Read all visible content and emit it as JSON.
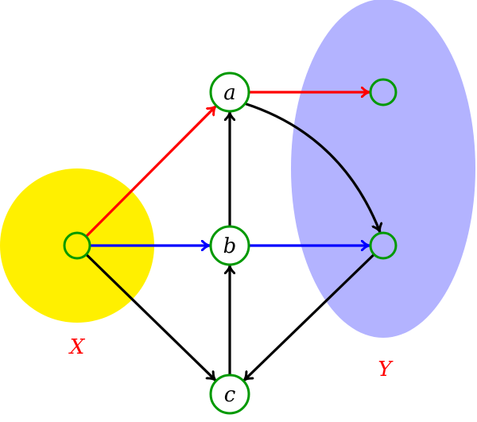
{
  "diagram": {
    "colors": {
      "set_x_fill": "#fff000",
      "set_y_fill": "#b3b3ff",
      "node_stroke": "#009900",
      "red": "#ff0000",
      "blue": "#0000ff",
      "black": "#000000",
      "label_red": "#ff0000"
    },
    "sets": [
      {
        "id": "X",
        "label": "X"
      },
      {
        "id": "Y",
        "label": "Y"
      }
    ],
    "nodes": [
      {
        "id": "a",
        "label": "a"
      },
      {
        "id": "b",
        "label": "b"
      },
      {
        "id": "c",
        "label": "c"
      },
      {
        "id": "x0",
        "label": ""
      },
      {
        "id": "y0",
        "label": ""
      },
      {
        "id": "y1",
        "label": ""
      }
    ],
    "edges": [
      {
        "from": "x0",
        "to": "a",
        "color": "red"
      },
      {
        "from": "x0",
        "to": "b",
        "color": "blue"
      },
      {
        "from": "x0",
        "to": "c",
        "color": "black"
      },
      {
        "from": "a",
        "to": "y0",
        "color": "red"
      },
      {
        "from": "a",
        "to": "y1",
        "color": "black",
        "curved": true
      },
      {
        "from": "b",
        "to": "a",
        "color": "black"
      },
      {
        "from": "b",
        "to": "y1",
        "color": "blue"
      },
      {
        "from": "c",
        "to": "b",
        "color": "black"
      },
      {
        "from": "y1",
        "to": "c",
        "color": "black"
      }
    ]
  }
}
